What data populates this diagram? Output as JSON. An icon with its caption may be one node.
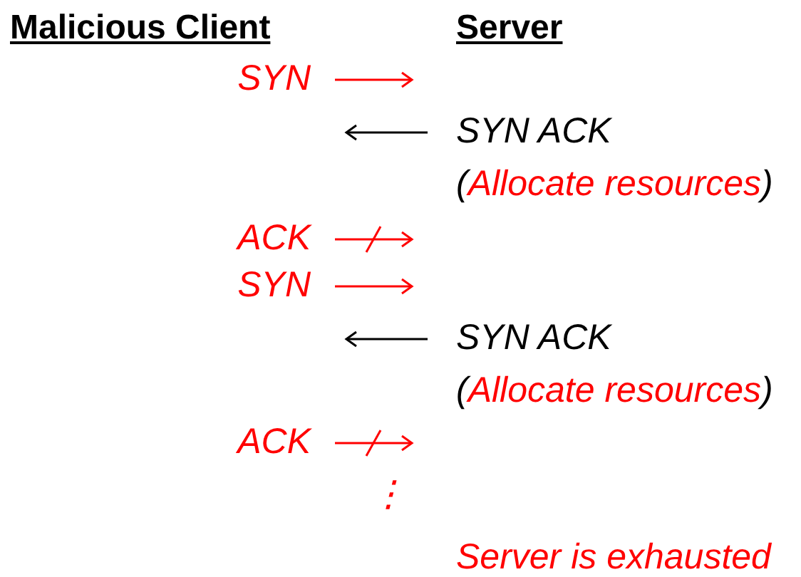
{
  "diagram": {
    "nodes": [
      {
        "text": [
          "Malicious Client"
        ]
      },
      {
        "text": [
          "Server"
        ]
      },
      {
        "text": [
          "SYN"
        ]
      },
      {
        "text": [
          "SYN ACK"
        ],
        "beside": [
          "(Allocate resources)"
        ]
      },
      {
        "text": [
          "ACK"
        ]
      },
      {
        "text": [
          "SYN"
        ]
      },
      {
        "text": [
          "SYN ACK"
        ],
        "beside": [
          "(Allocate resources)"
        ]
      },
      {
        "text": [
          "ACK"
        ]
      }
    ],
    "edges": [
      {
        "from": 2,
        "to": null,
        "arrow": "to"
      },
      {
        "from": 3,
        "to": null,
        "arrow": "to",
        "color": "#000000"
      },
      {
        "from": 4,
        "to": null,
        "arrow": "to"
      },
      {
        "from": 5,
        "to": null,
        "arrow": "to"
      },
      {
        "from": 6,
        "to": null,
        "arrow": "to",
        "color": "#000000"
      },
      {
        "from": 7,
        "to": null,
        "arrow": "to"
      }
    ],
    "labels": [
      "⋮",
      "Server is exhausted"
    ]
  }
}
